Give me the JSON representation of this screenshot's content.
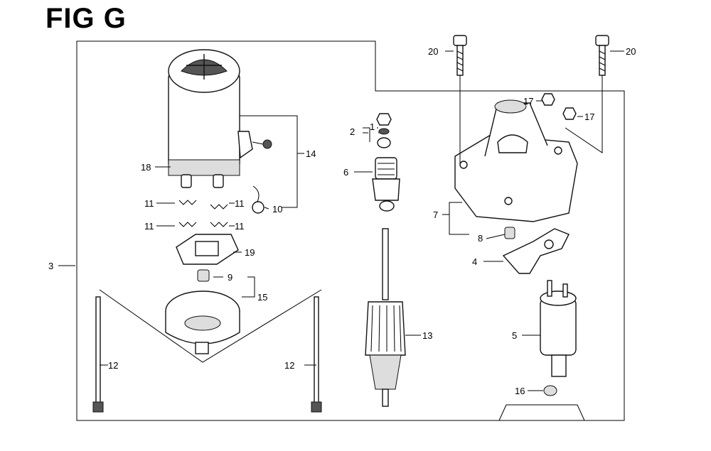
{
  "figure": {
    "title": "FIG G"
  },
  "labels": {
    "p1": "1",
    "p2": "2",
    "p3": "3",
    "p4": "4",
    "p5": "5",
    "p6": "6",
    "p7": "7",
    "p8": "8",
    "p9": "9",
    "p10": "10",
    "p11a": "11",
    "p11b": "11",
    "p11c": "11",
    "p11d": "11",
    "p12a": "12",
    "p12b": "12",
    "p13": "13",
    "p14": "14",
    "p15": "15",
    "p16": "16",
    "p17a": "17",
    "p17b": "17",
    "p18": "18",
    "p19": "19",
    "p20a": "20",
    "p20b": "20"
  },
  "icons": {
    "motor_yoke": "motor-yoke-icon",
    "armature": "armature-icon",
    "solenoid": "solenoid-icon",
    "front_housing": "front-housing-icon",
    "pinion_gear": "pinion-gear-icon",
    "shift_lever": "shift-lever-icon",
    "through_bolt": "through-bolt-icon",
    "brush_holder": "brush-holder-icon",
    "end_cover": "end-cover-icon"
  }
}
